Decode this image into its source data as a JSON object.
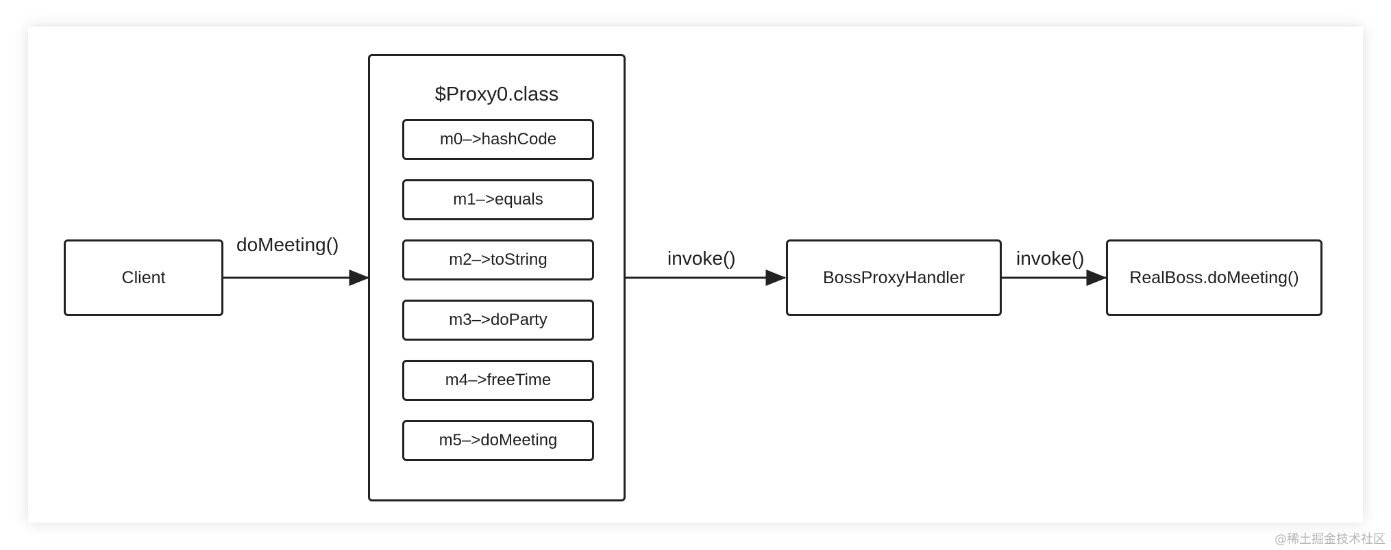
{
  "diagram": {
    "nodes": {
      "client": "Client",
      "proxy_class": "$Proxy0.class",
      "handler": "BossProxyHandler",
      "real_boss": "RealBoss.doMeeting()"
    },
    "methods": [
      "m0–>hashCode",
      "m1–>equals",
      "m2–>toString",
      "m3–>doParty",
      "m4–>freeTime",
      "m5–>doMeeting"
    ],
    "edges": {
      "client_to_proxy": "doMeeting()",
      "proxy_to_handler": "invoke()",
      "handler_to_real": "invoke()"
    }
  },
  "watermark": "@稀土掘金技术社区",
  "colors": {
    "stroke": "#222222",
    "text": "#1f1f1f",
    "watermark": "#b4b4b4"
  }
}
